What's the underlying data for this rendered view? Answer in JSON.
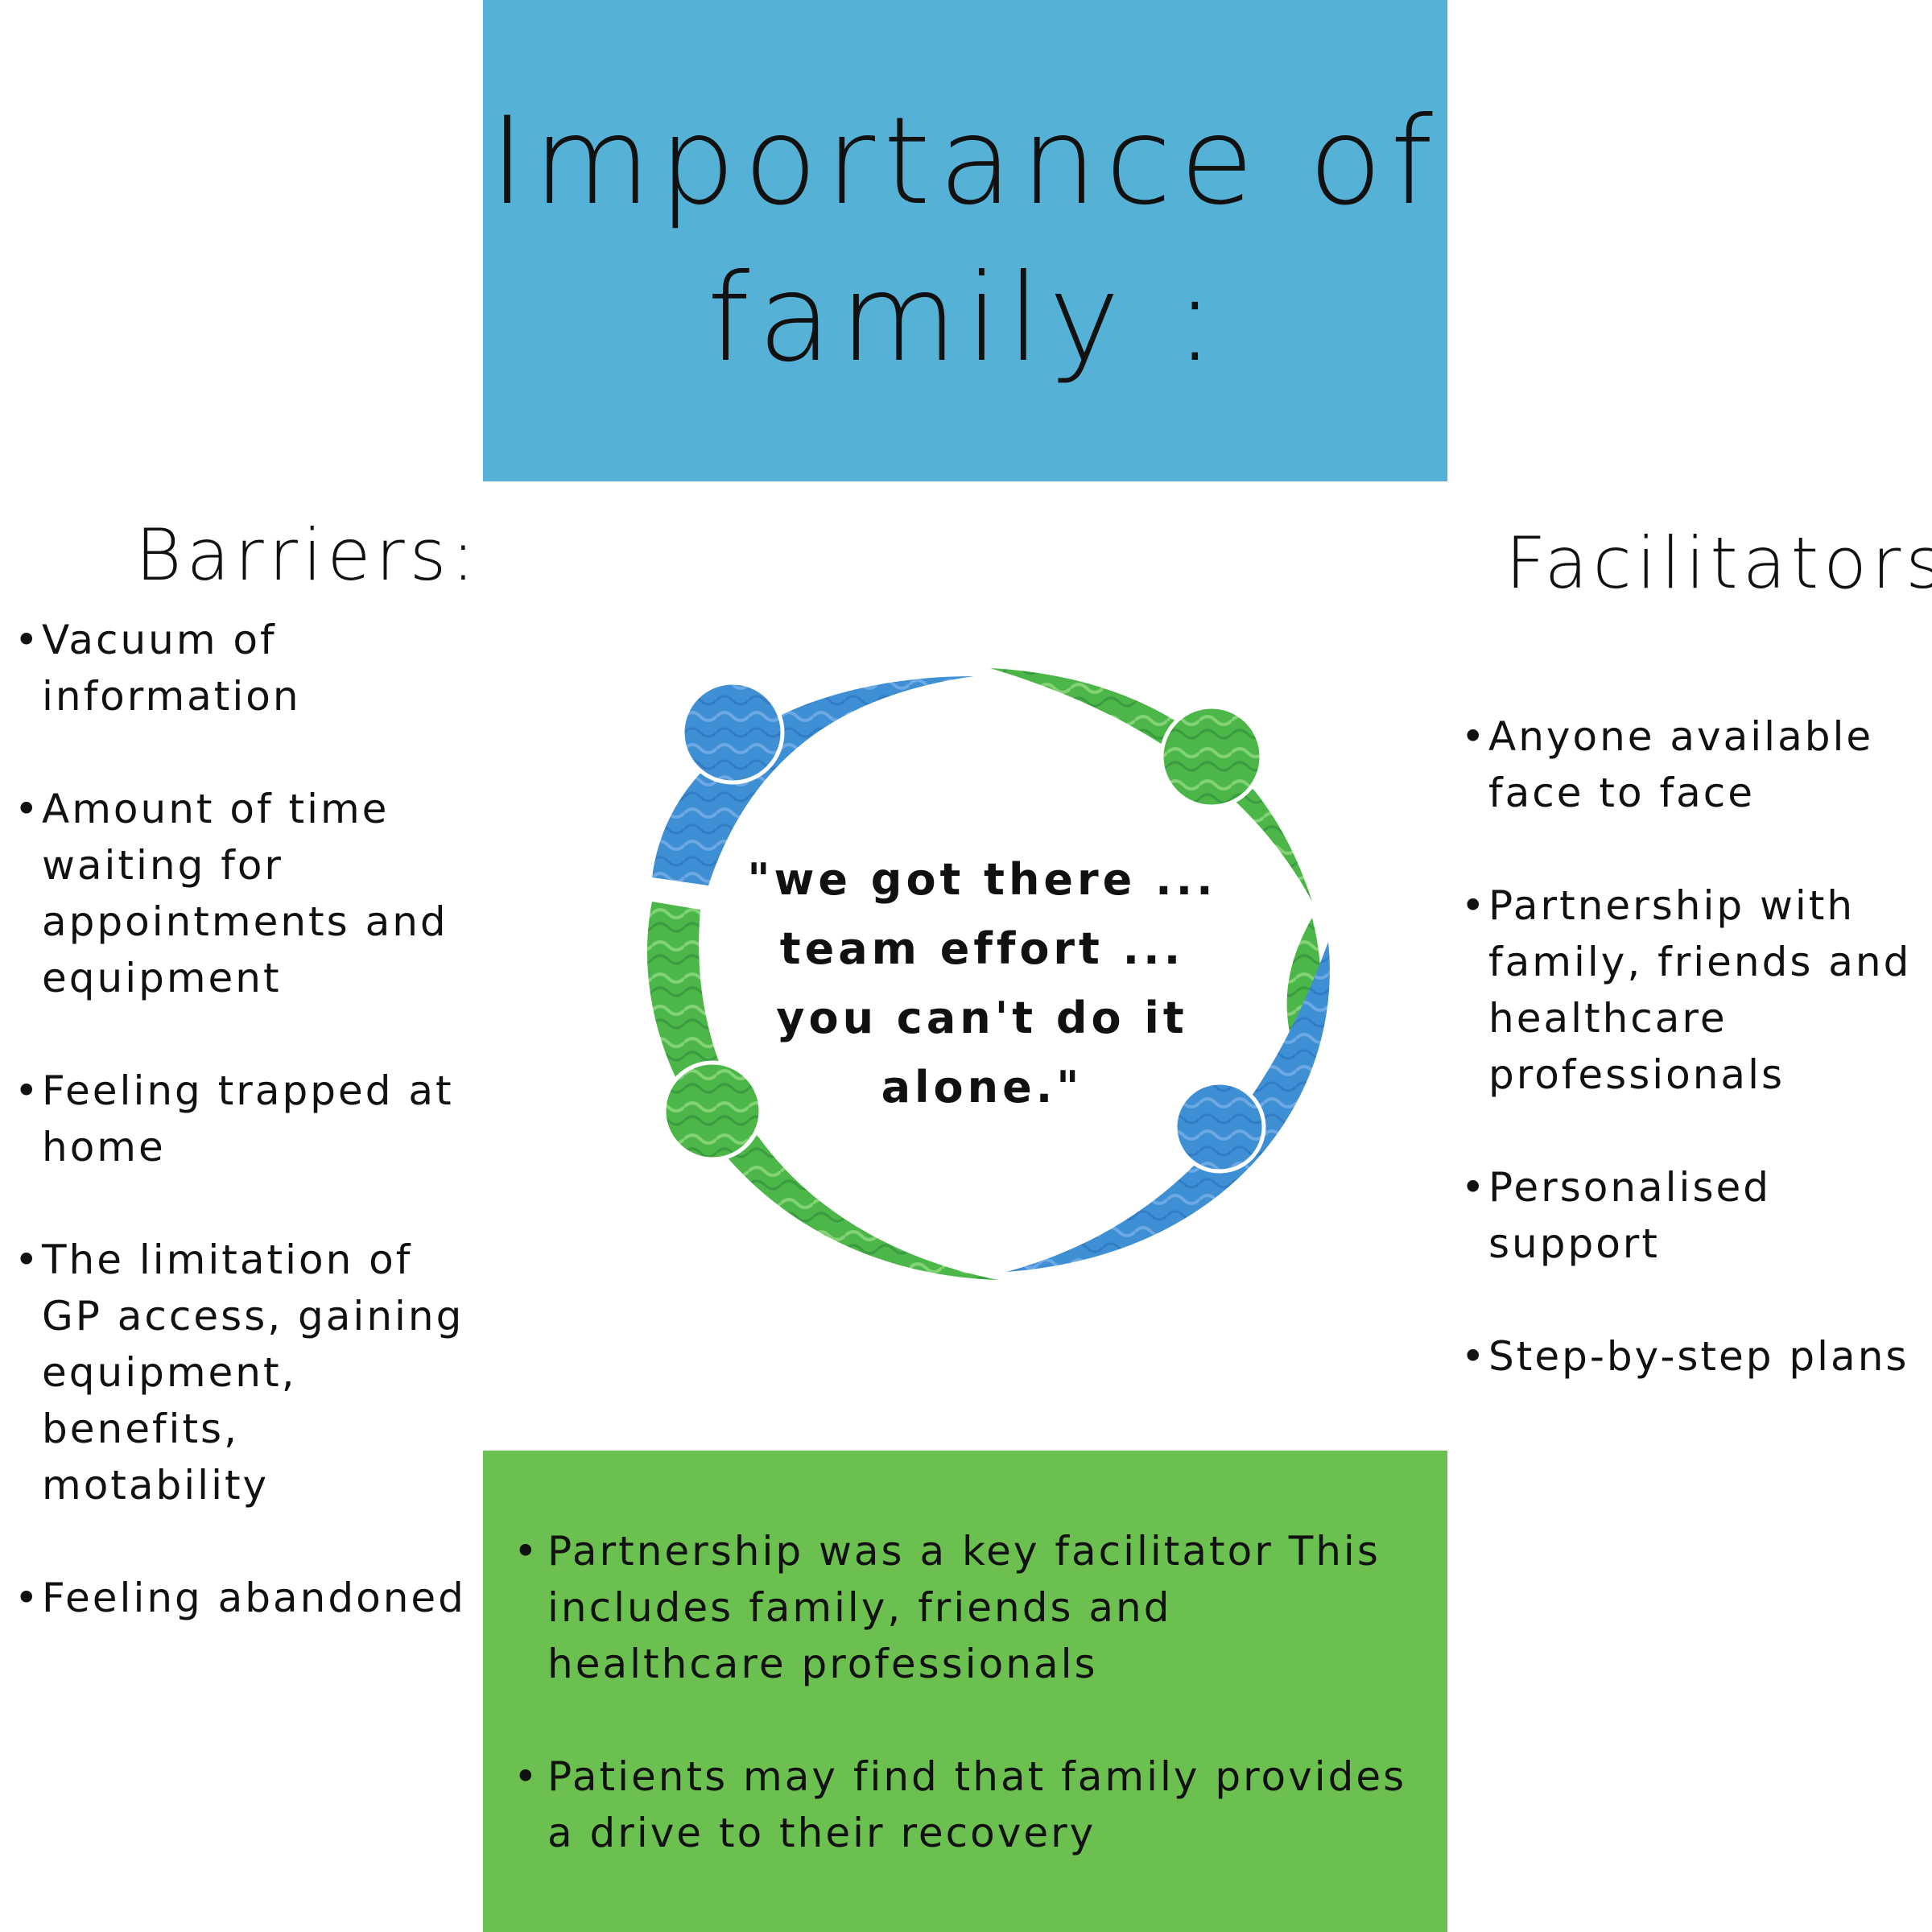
{
  "title": {
    "line1": "Importance of",
    "line2": "family :"
  },
  "barriers": {
    "heading": "Barriers:",
    "items": [
      "Vacuum of information",
      "Amount of time waiting for appointments and equipment",
      "Feeling trapped at home",
      "The limitation of GP access, gaining equipment, benefits, motability",
      "Feeling abandoned"
    ]
  },
  "facilitators": {
    "heading": "Facilitators:",
    "items": [
      "Anyone available face to face",
      "Partnership with family, friends and healthcare professionals",
      "Personalised support",
      "Step-by-step plans"
    ]
  },
  "quote": {
    "line1": "\"we got there ...",
    "line2": "team effort ...",
    "line3": "you can't do it alone.\""
  },
  "summary": {
    "items": [
      "Partnership was a key facilitator This includes family, friends and healthcare professionals",
      "Patients may find that family provides a drive to their recovery"
    ]
  },
  "colors": {
    "title_background": "#55b2d6",
    "summary_background": "#6cc04f",
    "circle_blue": "#3f8fd4",
    "circle_green": "#4cb648"
  },
  "illustration": {
    "icon": "people-holding-hands-circle-icon"
  }
}
